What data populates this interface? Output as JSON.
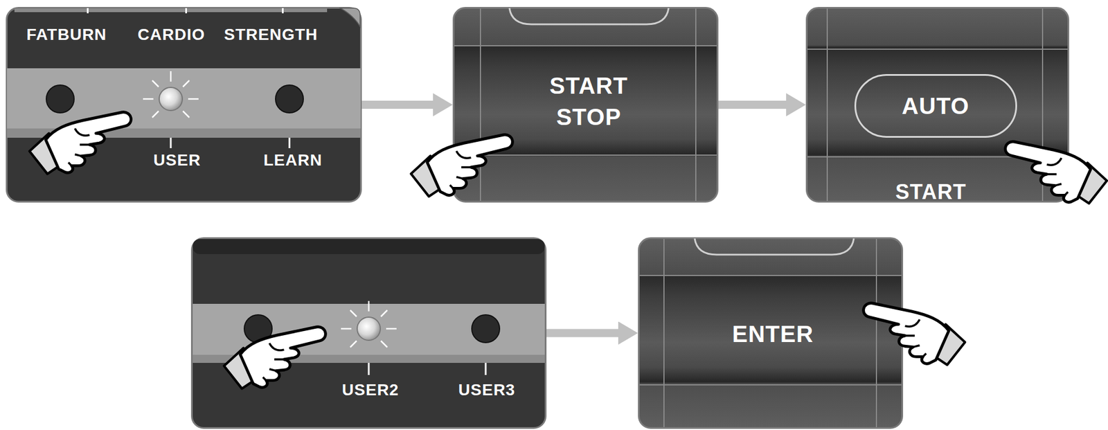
{
  "diagram": {
    "nodes": [
      {
        "text": [
          "FATBURN",
          "CARDIO",
          "STRENGTH",
          "USER",
          "LEARN"
        ]
      },
      {
        "text": [
          "START STOP"
        ]
      },
      {
        "text": [
          "START"
        ]
      },
      {
        "text": [
          "AUTO"
        ],
        "in": 2
      },
      {
        "text": [
          "USER2",
          "USER3"
        ]
      },
      {
        "text": [
          "ENTER"
        ]
      }
    ],
    "edges": [
      {
        "from": 0,
        "to": 1,
        "arrow": "to"
      },
      {
        "from": 1,
        "to": 2,
        "arrow": "to"
      },
      {
        "from": 4,
        "to": 5,
        "arrow": "to"
      }
    ]
  }
}
